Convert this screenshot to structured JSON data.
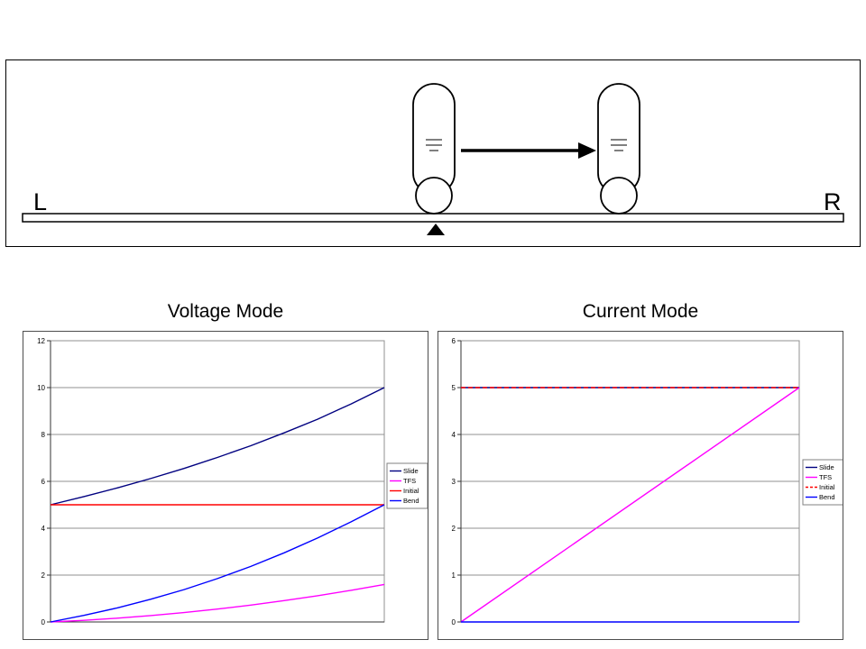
{
  "page": {
    "background": "#FFFFFF"
  },
  "diagram": {
    "left_label": "L",
    "right_label": "R",
    "arrow_icon": "right-arrow",
    "roller_count": 2
  },
  "colors": {
    "slide": "#000080",
    "tfs": "#FF00FF",
    "initial": "#FF0000",
    "bend": "#0000FF",
    "grid": "#909090",
    "axis": "#333333",
    "legend_border": "#808080"
  },
  "chart_data": [
    {
      "type": "line",
      "title": "Voltage Mode",
      "xlabel": "",
      "ylabel": "",
      "xlim": [
        0,
        1
      ],
      "ylim": [
        0,
        12
      ],
      "yticks": [
        0,
        2,
        4,
        6,
        8,
        10,
        12
      ],
      "grid": true,
      "legend_position": "right",
      "series": [
        {
          "name": "Slide",
          "color": "#000080",
          "dashed": false,
          "x": [
            0,
            0.1,
            0.2,
            0.3,
            0.4,
            0.5,
            0.6,
            0.7,
            0.8,
            0.9,
            1
          ],
          "y": [
            5,
            5.35,
            5.72,
            6.12,
            6.55,
            7.02,
            7.52,
            8.07,
            8.65,
            9.3,
            10
          ]
        },
        {
          "name": "TFS",
          "color": "#FF00FF",
          "dashed": false,
          "x": [
            0,
            0.1,
            0.2,
            0.3,
            0.4,
            0.5,
            0.6,
            0.7,
            0.8,
            0.9,
            1
          ],
          "y": [
            0,
            0.07,
            0.16,
            0.27,
            0.4,
            0.55,
            0.72,
            0.91,
            1.12,
            1.35,
            1.6
          ]
        },
        {
          "name": "Initial",
          "color": "#FF0000",
          "dashed": false,
          "x": [
            0,
            1
          ],
          "y": [
            5,
            5
          ]
        },
        {
          "name": "Bend",
          "color": "#0000FF",
          "dashed": false,
          "x": [
            0,
            0.1,
            0.2,
            0.3,
            0.4,
            0.5,
            0.6,
            0.7,
            0.8,
            0.9,
            1
          ],
          "y": [
            0,
            0.28,
            0.6,
            0.97,
            1.38,
            1.85,
            2.37,
            2.95,
            3.58,
            4.27,
            5
          ]
        }
      ]
    },
    {
      "type": "line",
      "title": "Current Mode",
      "xlabel": "",
      "ylabel": "",
      "xlim": [
        0,
        1
      ],
      "ylim": [
        0,
        6
      ],
      "yticks": [
        0,
        1,
        2,
        3,
        4,
        5,
        6
      ],
      "grid": true,
      "legend_position": "right",
      "series": [
        {
          "name": "Slide",
          "color": "#000080",
          "dashed": false,
          "x": [
            0,
            1
          ],
          "y": [
            5,
            5
          ]
        },
        {
          "name": "TFS",
          "color": "#FF00FF",
          "dashed": false,
          "x": [
            0,
            1
          ],
          "y": [
            0,
            5
          ]
        },
        {
          "name": "Initial",
          "color": "#FF0000",
          "dashed": true,
          "x": [
            0,
            1
          ],
          "y": [
            5,
            5
          ]
        },
        {
          "name": "Bend",
          "color": "#0000FF",
          "dashed": false,
          "x": [
            0,
            1
          ],
          "y": [
            0,
            0
          ]
        }
      ]
    }
  ]
}
